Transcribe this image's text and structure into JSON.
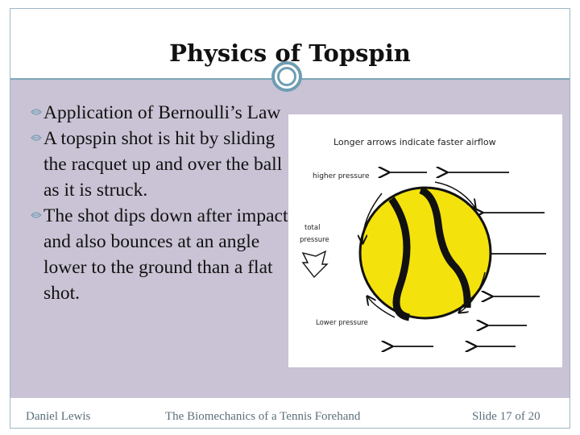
{
  "slide": {
    "title": "Physics of Topspin",
    "bullets": [
      "Application of Bernoulli’s Law",
      "A topspin shot is hit by sliding the racquet up and over the ball as it is struck.",
      "The shot dips down after impact and also bounces at an angle lower to the ground than a flat shot."
    ]
  },
  "figure": {
    "caption": "Longer arrows indicate faster airflow",
    "higher_pressure": "higher pressure",
    "total_pressure_line1": "total",
    "total_pressure_line2": "pressure",
    "lower_pressure": "Lower pressure"
  },
  "footer": {
    "author": "Daniel Lewis",
    "presentation": "The Biomechanics of a Tennis Forehand",
    "slide_number": "Slide 17 of 20"
  },
  "colors": {
    "content_bg": "#c9c3d5",
    "accent": "#6f9db3",
    "ball": "#f4e20c"
  }
}
